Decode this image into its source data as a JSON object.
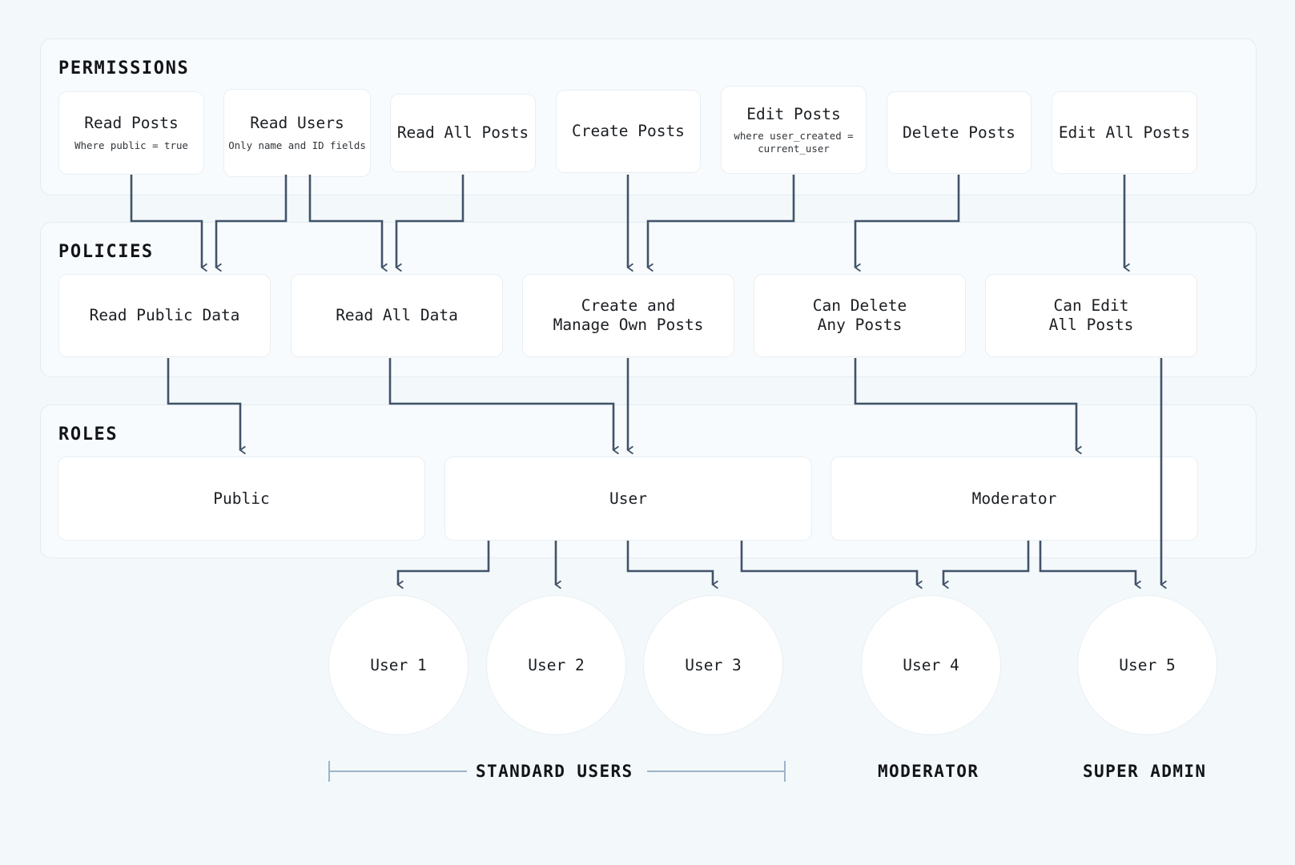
{
  "colors": {
    "background": "#f3f8fb",
    "panel_fill": "#f8fbfd",
    "panel_border": "#e4ecf2",
    "card_fill": "#ffffff",
    "card_border": "#e8eef3",
    "connector": "#415368",
    "bracket": "#9eb4c6",
    "text": "#121417"
  },
  "sections": [
    {
      "id": "permissions",
      "title": "PERMISSIONS"
    },
    {
      "id": "policies",
      "title": "POLICIES"
    },
    {
      "id": "roles",
      "title": "ROLES"
    }
  ],
  "permissions": [
    {
      "title": "Read Posts",
      "subtitle": "Where public = true"
    },
    {
      "title": "Read Users",
      "subtitle": "Only name and ID fields"
    },
    {
      "title": "Read All Posts",
      "subtitle": ""
    },
    {
      "title": "Create Posts",
      "subtitle": ""
    },
    {
      "title": "Edit Posts",
      "subtitle": "where user_created =\ncurrent_user"
    },
    {
      "title": "Delete Posts",
      "subtitle": ""
    },
    {
      "title": "Edit All Posts",
      "subtitle": ""
    }
  ],
  "policies": [
    {
      "title": "Read Public Data"
    },
    {
      "title": "Read All Data"
    },
    {
      "title": "Create and\nManage Own Posts"
    },
    {
      "title": "Can Delete\nAny Posts"
    },
    {
      "title": "Can Edit\nAll Posts"
    }
  ],
  "roles": [
    {
      "title": "Public"
    },
    {
      "title": "User"
    },
    {
      "title": "Moderator"
    }
  ],
  "users": [
    {
      "title": "User 1"
    },
    {
      "title": "User 2"
    },
    {
      "title": "User 3"
    },
    {
      "title": "User 4"
    },
    {
      "title": "User 5"
    }
  ],
  "group_labels": [
    {
      "title": "STANDARD USERS",
      "has_bracket": true
    },
    {
      "title": "MODERATOR",
      "has_bracket": false
    },
    {
      "title": "SUPER ADMIN",
      "has_bracket": false
    }
  ]
}
